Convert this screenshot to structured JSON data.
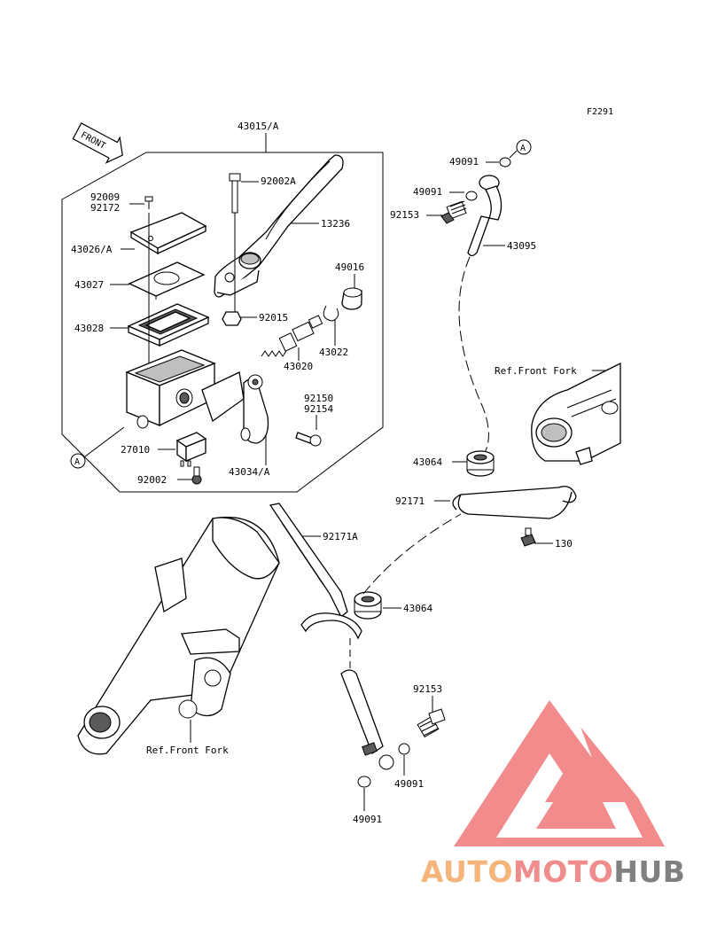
{
  "figure_code": "F2291",
  "front_label": "FRONT",
  "ref_marker": "A",
  "parts": {
    "p43015": "43015/A",
    "p92002A": "92002A",
    "p13236": "13236",
    "p92009": "92009",
    "p92172": "92172",
    "p43026": "43026/A",
    "p43027": "43027",
    "p43028": "43028",
    "p49016": "49016",
    "p92015": "92015",
    "p43022": "43022",
    "p43020": "43020",
    "p92150": "92150",
    "p92154": "92154",
    "p27010": "27010",
    "p43034": "43034/A",
    "p92002": "92002",
    "p49091a": "49091",
    "p49091b": "49091",
    "p92153a": "92153",
    "p43095": "43095",
    "p43064a": "43064",
    "p92171": "92171",
    "p130": "130",
    "p92171A": "92171A",
    "p43064b": "43064",
    "p92153b": "92153",
    "p49091c": "49091",
    "p49091d": "49091"
  },
  "ref_front_fork": "Ref.Front Fork",
  "watermark": {
    "part1": "AUTO",
    "part2": "MOTO",
    "part3": "HUB",
    "color1": "#f5b47a",
    "color2": "#f08c8c",
    "color3": "#808080",
    "logo_color": "#f07878"
  }
}
